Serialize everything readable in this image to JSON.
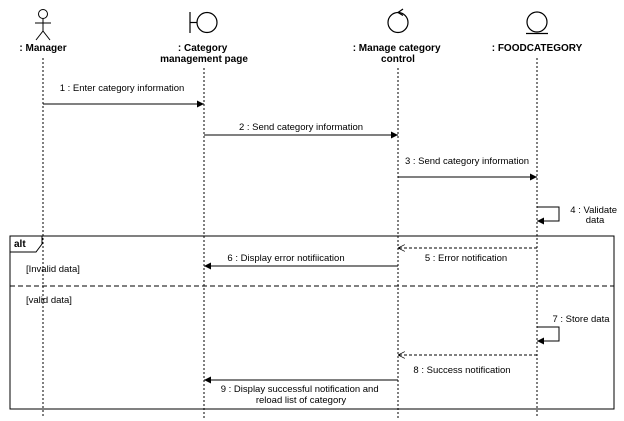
{
  "lifelines": [
    {
      "name": ": Manager",
      "name_lines": [
        ": Manager"
      ],
      "icon": "actor-icon"
    },
    {
      "name": ": Category management page",
      "name_lines": [
        ": Category",
        "management page"
      ],
      "icon": "boundary-icon"
    },
    {
      "name": ": Manage category control",
      "name_lines": [
        ": Manage category",
        "control"
      ],
      "icon": "control-icon"
    },
    {
      "name": ": FOODCATEGORY",
      "name_lines": [
        ": FOODCATEGORY"
      ],
      "icon": "entity-icon"
    }
  ],
  "messages": [
    {
      "n": 1,
      "text": "1 : Enter category information",
      "lines": [
        "1 : Enter category information"
      ],
      "from": 0,
      "to": 1,
      "kind": "sync"
    },
    {
      "n": 2,
      "text": "2 : Send category information",
      "lines": [
        "2 : Send category information"
      ],
      "from": 1,
      "to": 2,
      "kind": "sync"
    },
    {
      "n": 3,
      "text": "3 : Send category information",
      "lines": [
        "3 : Send category information"
      ],
      "from": 2,
      "to": 3,
      "kind": "sync"
    },
    {
      "n": 4,
      "text": "4 : Validate data",
      "lines": [
        "4 : Validate",
        "data"
      ],
      "from": 3,
      "to": 3,
      "kind": "self"
    },
    {
      "n": 5,
      "text": "5 : Error notification",
      "lines": [
        "5 : Error notification"
      ],
      "from": 3,
      "to": 2,
      "kind": "return"
    },
    {
      "n": 6,
      "text": "6 : Display error notifiication",
      "lines": [
        "6 : Display error notifiication"
      ],
      "from": 2,
      "to": 1,
      "kind": "sync"
    },
    {
      "n": 7,
      "text": "7 : Store data",
      "lines": [
        "7 : Store data"
      ],
      "from": 3,
      "to": 3,
      "kind": "self"
    },
    {
      "n": 8,
      "text": "8 : Success notification",
      "lines": [
        "8 : Success notification"
      ],
      "from": 3,
      "to": 2,
      "kind": "return"
    },
    {
      "n": 9,
      "text": "9 : Display successful notification and reload list of category",
      "lines": [
        "9 : Display successful notification and",
        "reload list of category"
      ],
      "from": 2,
      "to": 1,
      "kind": "sync"
    }
  ],
  "fragment": {
    "operator": "alt",
    "guards": [
      "[Invalid data]",
      "[valid data]"
    ]
  }
}
